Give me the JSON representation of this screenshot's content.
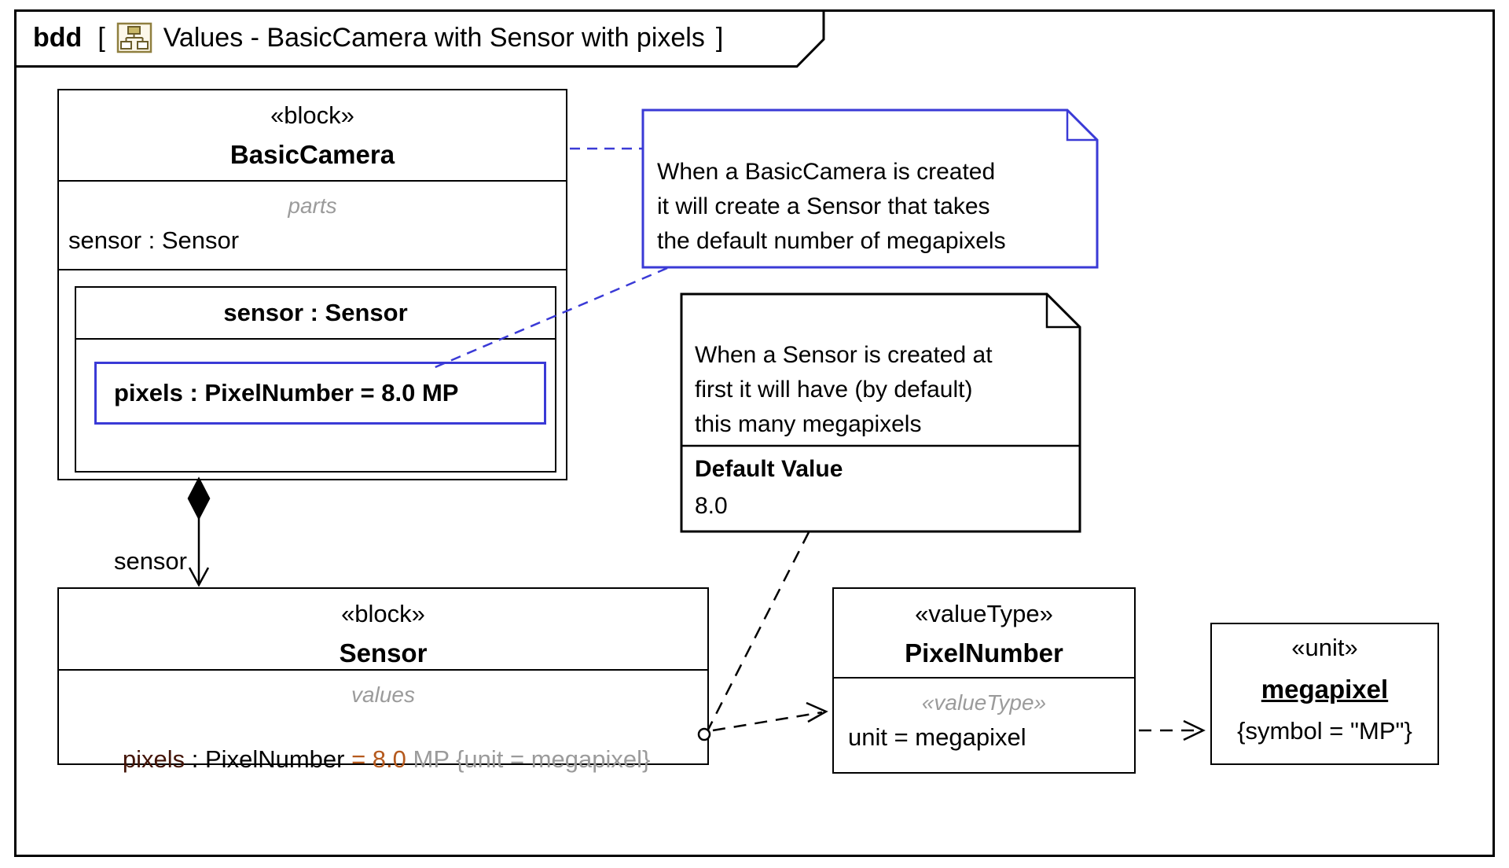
{
  "frame": {
    "kind": "bdd",
    "open_bracket": "[",
    "close_bracket": "]",
    "title": "Values - BasicCamera with Sensor with pixels"
  },
  "blocks": {
    "basic_camera": {
      "stereotype": "«block»",
      "name": "BasicCamera",
      "parts_label": "parts",
      "part": "sensor : Sensor",
      "nested_header": "sensor : Sensor",
      "pixels_line": "pixels : PixelNumber = 8.0 MP"
    },
    "sensor": {
      "stereotype": "«block»",
      "name": "Sensor",
      "values_label": "values",
      "pixels_name": "pixels",
      "pixels_type": " : PixelNumber",
      "pixels_default": " = 8.0",
      "pixels_unit": " MP {unit = megapixel}"
    },
    "pixel_number": {
      "stereotype": "«valueType»",
      "name": "PixelNumber",
      "inner_stereotype": "«valueType»",
      "unit_line": "unit = megapixel"
    },
    "megapixel": {
      "stereotype": "«unit»",
      "name": "megapixel",
      "symbol_line": "{symbol = \"MP\"}"
    }
  },
  "association": {
    "role_label": "sensor"
  },
  "notes": {
    "camera_note": {
      "lines": [
        "When a BasicCamera is created",
        "it will create a Sensor that takes",
        "the default number of megapixels"
      ]
    },
    "sensor_note": {
      "lines": [
        "When a Sensor is created at",
        "first it will have (by default)",
        "this many megapixels"
      ],
      "default_label": "Default Value",
      "default_value": "8.0"
    }
  },
  "colors": {
    "note_blue": "#3a3ad6",
    "default_value_orange": "#b5591d",
    "muted_gray": "#9b9b9b",
    "feature_maroon": "#431407",
    "line_black": "#000000"
  }
}
